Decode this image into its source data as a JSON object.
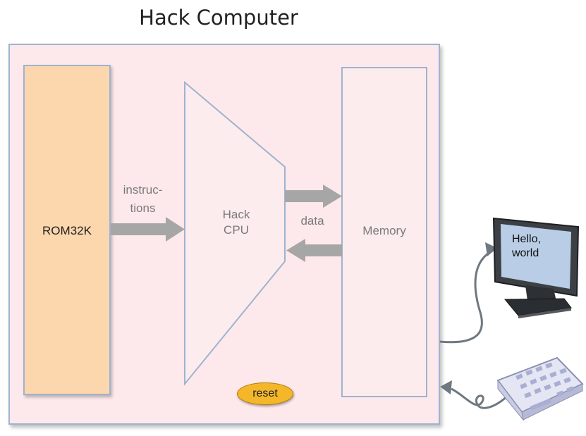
{
  "title": "Hack Computer",
  "rom": {
    "label": "ROM32K"
  },
  "instructions": {
    "line1": "instruc-",
    "line2": "tions"
  },
  "cpu": {
    "line1": "Hack",
    "line2": "CPU"
  },
  "data_label": "data",
  "memory": {
    "label": "Memory"
  },
  "reset": {
    "label": "reset"
  },
  "monitor": {
    "line1": "Hello,",
    "line2": "world"
  },
  "colors": {
    "container_fill": "#fde9eb",
    "rom_fill": "#fcd7ae",
    "outline": "#9fb3cf",
    "arrow": "#a6a6a6",
    "reset_fill": "#f5b72a"
  }
}
